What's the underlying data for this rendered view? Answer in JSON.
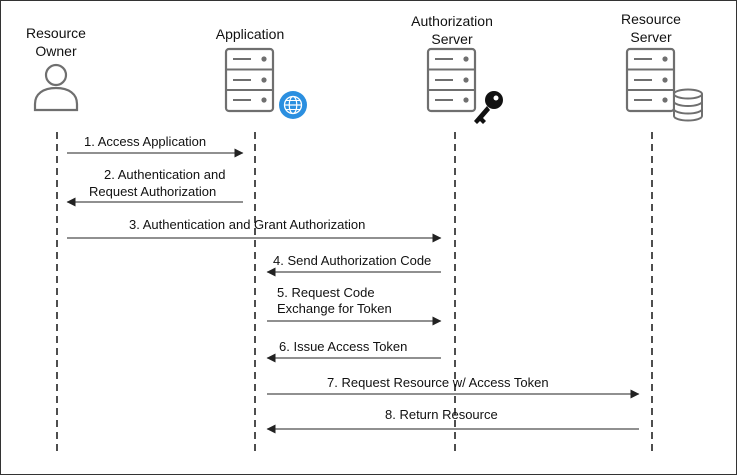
{
  "participants": {
    "resource_owner": {
      "line1": "Resource",
      "line2": "Owner",
      "icon": "user-icon"
    },
    "application": {
      "line1": "Application",
      "icon": "server-globe-icon"
    },
    "authorization_server": {
      "line1": "Authorization",
      "line2": "Server",
      "icon": "server-key-icon"
    },
    "resource_server": {
      "line1": "Resource",
      "line2": "Server",
      "icon": "server-database-icon"
    }
  },
  "messages": [
    {
      "line1": "1. Access Application",
      "from": "resource_owner",
      "to": "application"
    },
    {
      "line1": "2. Authentication and",
      "line2": "Request Authorization",
      "from": "application",
      "to": "resource_owner"
    },
    {
      "line1": "3. Authentication and Grant Authorization",
      "from": "resource_owner",
      "to": "authorization_server"
    },
    {
      "line1": "4. Send Authorization Code",
      "from": "authorization_server",
      "to": "application"
    },
    {
      "line1": "5. Request Code",
      "line2": "Exchange for Token",
      "from": "application",
      "to": "authorization_server"
    },
    {
      "line1": "6. Issue Access Token",
      "from": "authorization_server",
      "to": "application"
    },
    {
      "line1": "7. Request Resource w/ Access Token",
      "from": "application",
      "to": "resource_server"
    },
    {
      "line1": "8. Return Resource",
      "from": "resource_server",
      "to": "application"
    }
  ],
  "colors": {
    "icon_gray": "#6f6f6f",
    "globe_blue": "#2b8fe0",
    "key_black": "#111111",
    "line": "#222222"
  }
}
